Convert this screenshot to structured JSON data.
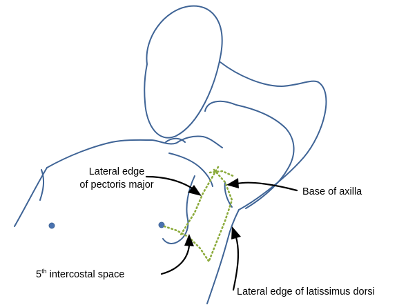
{
  "labels": {
    "pectoris_line1": "Lateral edge",
    "pectoris_line2": "of pectoris major",
    "base_axilla": "Base of axilla",
    "intercostal_number": "5",
    "intercostal_sup": "th",
    "intercostal_rest": " intercostal space",
    "latissimus": "Lateral edge of latissimus dorsi"
  },
  "colors": {
    "outline": "#3f6496",
    "dotted_marking": "#8cab3c",
    "arrows_and_text": "#000000"
  }
}
